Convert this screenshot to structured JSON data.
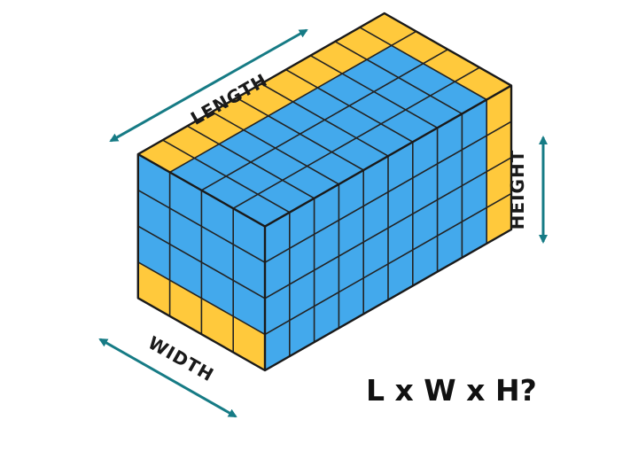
{
  "labels": {
    "length": "LENGTH",
    "width": "WIDTH",
    "height": "HEIGHT",
    "formula": "L x W x H?"
  },
  "colors": {
    "blue": "#43a9ec",
    "yellow": "#ffc93c",
    "edge": "#232323",
    "arrow": "#167b85",
    "background": "#ffffff"
  },
  "cube_grid": {
    "length_cubes": 10,
    "width_cubes": 4,
    "height_cubes": 4,
    "top_blue_length": 9,
    "top_blue_width": 3,
    "front_blue_rows": 3,
    "right_blue_cols": 3
  }
}
